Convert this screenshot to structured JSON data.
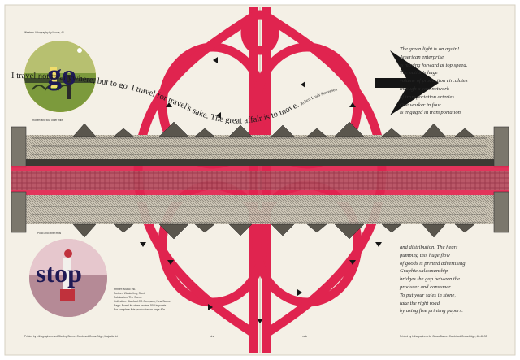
{
  "colors": {
    "paper": "#f4f0e6",
    "magenta": "#e0244f",
    "black": "#151515",
    "gold": "#d8b41a",
    "green": "#7c9a3c",
    "pink": "#d8a9b4"
  },
  "header": {
    "left_small": "Western Lithography by Moore, 41",
    "right_small": ""
  },
  "go_circle": {
    "word": "go",
    "caption": "Robert and four other mills"
  },
  "stop_circle": {
    "word": "stop",
    "caption": "Pond and other mills"
  },
  "quote": {
    "lead": "I travel not to",
    "big_word": "go",
    "rest": "anywhere, but to go. I travel for travel's sake. The great affair is to move.",
    "attribution": "Robert Louis Stevenson"
  },
  "right_text_top": [
    "The green light is on again!",
    "American enterprise",
    "is moving forward at top speed.",
    "The nation's huge",
    "volume of production circulates",
    "through a vast network",
    "of transportation arteries.",
    "One worker in four",
    "is engaged in transportation"
  ],
  "right_text_bottom": [
    "and distribution. The heart",
    "pumping this huge flow",
    "of goods is printed advertising.",
    "Graphic salesmanship",
    "bridges the gap between the",
    "producer and consumer.",
    "To put your sales in stone,",
    "take the right road",
    "by using fine printing papers."
  ],
  "credits_block": [
    "Printer: Music Inc.",
    "Further: Westerling, Sfort",
    "Publication: The Scene",
    "Collection: Stanford CD Company, New Scene",
    "Page: Pure Lite other proline, 50 Lin points",
    "For complete lists production on page 40n"
  ],
  "footer": {
    "left": "Printed by Lithographers and Sterling Bonnet Combined Cross-Edge, Majestic Art",
    "page_left": "ntrv",
    "page_right": "mntr",
    "right": "Printed by Lithographers for Cross-Bonnet Combined Cross-Edge, 48-46-90"
  }
}
